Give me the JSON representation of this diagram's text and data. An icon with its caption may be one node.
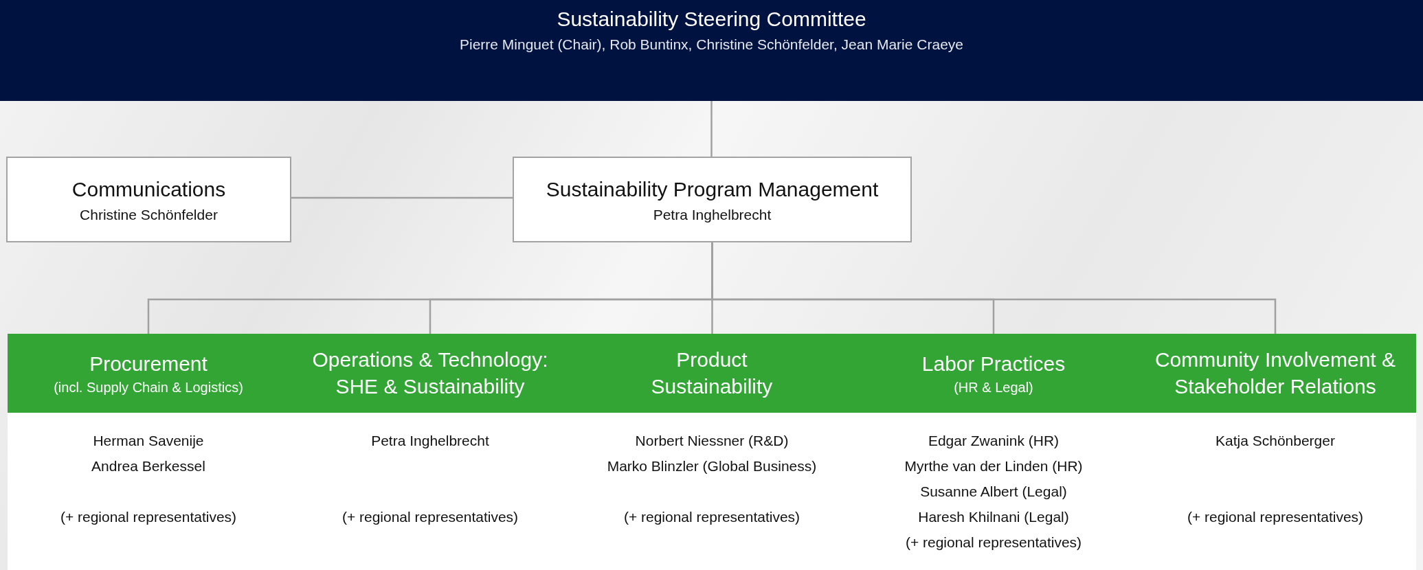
{
  "diagram": {
    "nodes": [
      {
        "text": [
          "Sustainability Steering Committee",
          "Pierre Minguet (Chair), Rob Buntinx, Christine Schönfelder, Jean Marie Craeye"
        ]
      },
      {
        "text": [
          "Communications",
          "Christine Schönfelder"
        ]
      },
      {
        "text": [
          "Sustainability Program Management",
          "Petra Inghelbrecht"
        ]
      },
      {
        "text": [
          "Procurement",
          "(incl. Supply Chain & Logistics)"
        ]
      },
      {
        "text": [
          "Operations & Technology: SHE & Sustainability"
        ]
      },
      {
        "text": [
          "Product Sustainability"
        ]
      },
      {
        "text": [
          "Labor Practices",
          "(HR & Legal)"
        ]
      },
      {
        "text": [
          "Community Involvement & Stakeholder Relations"
        ]
      },
      {
        "text": [
          "Herman Savenije",
          "Andrea Berkessel",
          "(+ regional representatives)"
        ]
      },
      {
        "text": [
          "Petra Inghelbrecht",
          "(+ regional representatives)"
        ]
      },
      {
        "text": [
          "Norbert Niessner (R&D)",
          "Marko Blinzler (Global Business)",
          "(+ regional representatives)"
        ]
      },
      {
        "text": [
          "Edgar Zwanink (HR)",
          "Myrthe van der Linden (HR)",
          "Susanne Albert (Legal)",
          "Haresh Khilnani (Legal)",
          "(+ regional representatives)"
        ]
      },
      {
        "text": [
          "Katja Schönberger",
          "(+ regional representatives)"
        ]
      }
    ],
    "edges": [
      {
        "from": 0,
        "to": 2,
        "arrow": "none"
      },
      {
        "from": 1,
        "to": 2,
        "arrow": "none"
      },
      {
        "from": 2,
        "to": 3,
        "arrow": "none"
      },
      {
        "from": 2,
        "to": 4,
        "arrow": "none"
      },
      {
        "from": 2,
        "to": 5,
        "arrow": "none"
      },
      {
        "from": 2,
        "to": 6,
        "arrow": "none"
      },
      {
        "from": 2,
        "to": 7,
        "arrow": "none"
      }
    ]
  }
}
